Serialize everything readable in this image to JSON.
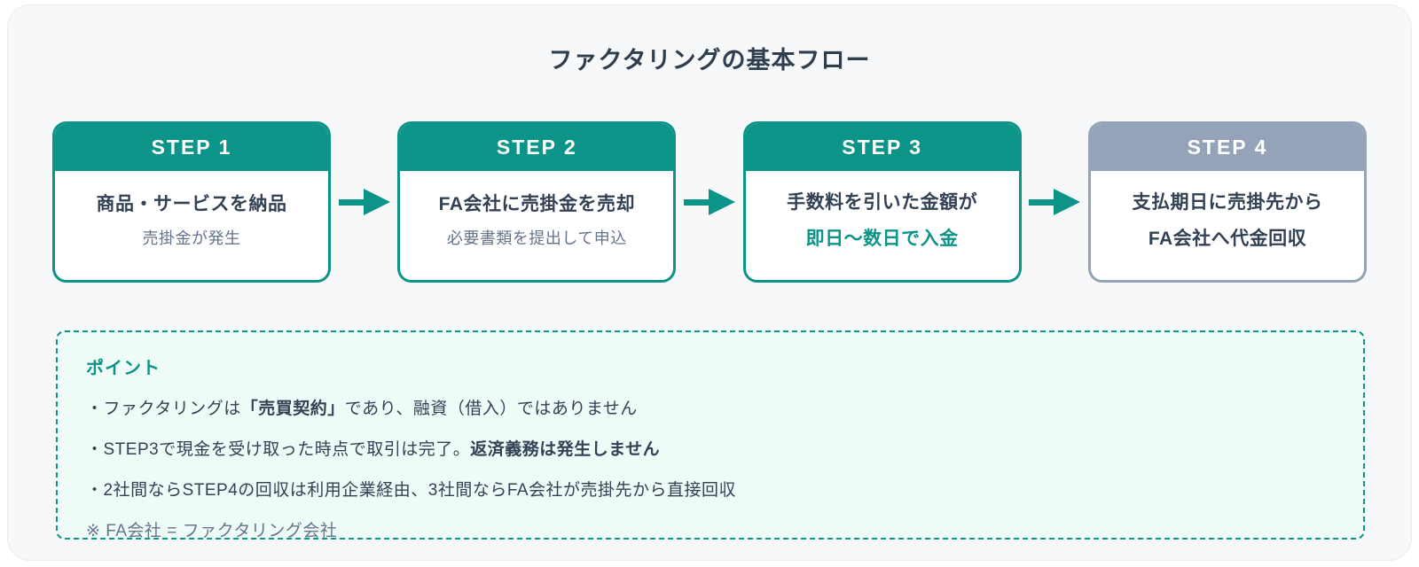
{
  "colors": {
    "teal": "#0d9488",
    "gray_header": "#94a3b8",
    "dark_text": "#334155",
    "muted_text": "#64748b",
    "panel_bg": "#f7f8fa",
    "points_bg": "#effbf7"
  },
  "title": "ファクタリングの基本フロー",
  "steps": [
    {
      "label": "STEP 1",
      "line1": "商品・サービスを納品",
      "line2": "売掛金が発生"
    },
    {
      "label": "STEP 2",
      "line1": "FA会社に売掛金を売却",
      "line2": "必要書類を提出して申込"
    },
    {
      "label": "STEP 3",
      "line1": "手数料を引いた金額が",
      "line2": "即日〜数日で入金"
    },
    {
      "label": "STEP 4",
      "line1": "支払期日に売掛先から",
      "line2": "FA会社へ代金回収"
    }
  ],
  "points": {
    "heading": "ポイント",
    "bullets": [
      {
        "pre": "・ファクタリングは",
        "bold": "「売買契約」",
        "post": "であり、融資（借入）ではありません"
      },
      {
        "pre": "・STEP3で現金を受け取った時点で取引は完了。",
        "bold": "返済義務は発生しません",
        "post": ""
      },
      {
        "pre": "・2社間ならSTEP4の回収は利用企業経由、3社間ならFA会社が売掛先から直接回収",
        "bold": "",
        "post": ""
      }
    ],
    "note": "※ FA会社 = ファクタリング会社"
  }
}
